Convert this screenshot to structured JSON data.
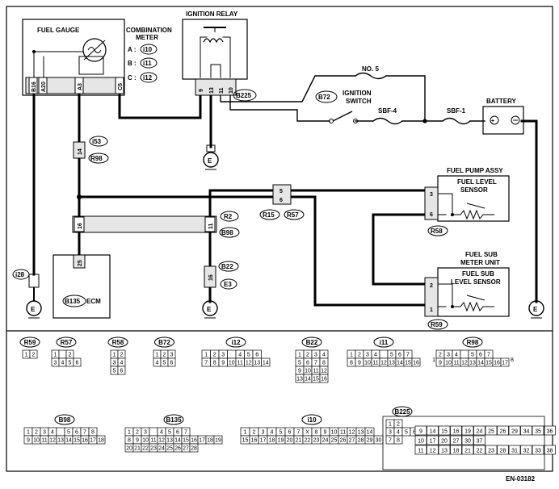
{
  "figure_id": "EN-03182",
  "components": {
    "fuel_gauge": "FUEL GAUGE",
    "combination_meter_l1": "COMBINATION",
    "combination_meter_l2": "METER",
    "meter_conn_a": "A :",
    "meter_conn_b": "B :",
    "meter_conn_c": "C :",
    "meter_conn_a_id": "i10",
    "meter_conn_b_id": "i11",
    "meter_conn_c_id": "i12",
    "ignition_relay": "IGNITION RELAY",
    "no5_fuse": "NO. 5",
    "ignition_switch_l1": "IGNITION",
    "ignition_switch_l2": "SWITCH",
    "sbf4": "SBF-4",
    "sbf1": "SBF-1",
    "battery": "BATTERY",
    "ecm": "ECM",
    "fuel_pump_assy": "FUEL PUMP ASSY",
    "fuel_level_sensor_l1": "FUEL LEVEL",
    "fuel_level_sensor_l2": "SENSOR",
    "fuel_sub_meter_l1": "FUEL SUB",
    "fuel_sub_meter_l2": "METER UNIT",
    "fuel_sub_level_l1": "FUEL SUB",
    "fuel_sub_level_l2": "LEVEL SENSOR",
    "ground": "E"
  },
  "connector_labels": {
    "b72": "B72",
    "b225": "B225",
    "i53": "i53",
    "r98": "R98",
    "r2": "R2",
    "b98": "B98",
    "r15": "R15",
    "r57": "R57",
    "r58": "R58",
    "r59": "R59",
    "i28": "i28",
    "b135": "B135",
    "b22": "B22",
    "e3": "E3"
  },
  "pins": {
    "b16": "B16",
    "a20": "A20",
    "a3": "A3",
    "c5": "C5",
    "relay_9": "9",
    "relay_13": "13",
    "relay_11": "11",
    "relay_10": "10",
    "i53_14": "14",
    "r2_16": "16",
    "r2_11": "11",
    "ecm_25": "25",
    "b22_16": "16",
    "r15_5": "5",
    "r15_6": "6",
    "r58_3": "3",
    "r58_6": "6",
    "r59_2": "2",
    "r59_1": "1"
  },
  "connectors": [
    {
      "name": "R59",
      "rows": [
        [
          "1",
          "2"
        ]
      ]
    },
    {
      "name": "R57",
      "rows": [
        [
          "1",
          "",
          "2"
        ],
        [
          "3",
          "4",
          "5",
          "6"
        ]
      ]
    },
    {
      "name": "R58",
      "rows": [
        [
          "1",
          "2"
        ],
        [
          "3",
          "4"
        ],
        [
          "5",
          "6"
        ]
      ]
    },
    {
      "name": "B72",
      "rows": [
        [
          "1",
          "2",
          "3"
        ],
        [
          "4",
          "5",
          "6"
        ]
      ]
    },
    {
      "name": "i12",
      "rows": [
        [
          "1",
          "2",
          "3",
          "",
          "4",
          "5",
          "6"
        ],
        [
          "7",
          "8",
          "9",
          "10",
          "11",
          "12",
          "13",
          "14"
        ]
      ]
    },
    {
      "name": "B22",
      "rows": [
        [
          "1",
          "2",
          "3",
          "4"
        ],
        [
          "5",
          "6",
          "7",
          "8"
        ],
        [
          "9",
          "10",
          "11",
          "12"
        ],
        [
          "13",
          "14",
          "15",
          "16"
        ]
      ]
    },
    {
      "name": "i11",
      "rows": [
        [
          "1",
          "2",
          "3",
          "4",
          "",
          "5",
          "6",
          "7"
        ],
        [
          "8",
          "9",
          "10",
          "11",
          "12",
          "13",
          "14",
          "15",
          "16"
        ]
      ]
    },
    {
      "name": "R98",
      "rows": [
        [
          "2",
          "3",
          "4",
          "",
          "5",
          "6",
          "7"
        ],
        [
          "9",
          "10",
          "11",
          "12",
          "13",
          "14",
          "15",
          "16",
          "17"
        ]
      ],
      "side_left": "1",
      "side_right": "8"
    },
    {
      "name": "B98",
      "rows": [
        [
          "1",
          "2",
          "3",
          "4",
          "",
          "5",
          "6",
          "7",
          "8"
        ],
        [
          "9",
          "10",
          "11",
          "12",
          "13",
          "14",
          "15",
          "16",
          "17",
          "18"
        ]
      ]
    },
    {
      "name": "B135",
      "rows": [
        [
          "1",
          "2",
          "3",
          "",
          "4",
          "5",
          "6",
          "7"
        ],
        [
          "8",
          "9",
          "10",
          "11",
          "12",
          "13",
          "14",
          "15",
          "16",
          "17",
          "18",
          "19"
        ],
        [
          "20",
          "21",
          "22",
          "23",
          "24",
          "25",
          "26",
          "27",
          "28"
        ]
      ]
    },
    {
      "name": "i10",
      "rows": [
        [
          "1",
          "2",
          "3",
          "4",
          "5",
          "6",
          "7",
          "X",
          "8",
          "9",
          "10",
          "11",
          "12",
          "13",
          "14"
        ],
        [
          "15",
          "16",
          "17",
          "18",
          "19",
          "20",
          "21",
          "22",
          "23",
          "24",
          "25",
          "26",
          "27",
          "28",
          "29",
          "30"
        ]
      ]
    },
    {
      "name": "B225",
      "rows": [
        [
          "1",
          "2"
        ],
        [
          "3",
          "4",
          "5",
          "6"
        ],
        [
          "7",
          "8"
        ]
      ],
      "right_rows": [
        [
          "9",
          "14",
          "15",
          "16",
          "19",
          "24",
          "25",
          "26",
          "29",
          "34",
          "35",
          "36"
        ],
        [
          "10",
          "17",
          "20",
          "27",
          "30",
          "37"
        ],
        [
          "11",
          "12",
          "13",
          "18",
          "21",
          "22",
          "23",
          "28",
          "31",
          "32",
          "33",
          "38"
        ]
      ]
    }
  ]
}
